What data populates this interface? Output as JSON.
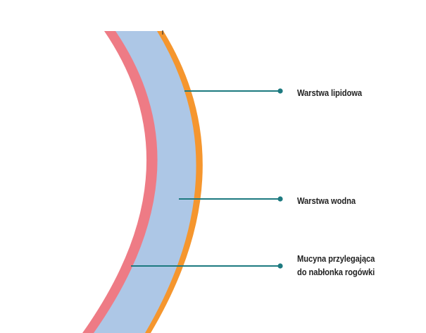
{
  "colors": {
    "lipid_layer": "#f5962e",
    "aqueous_layer": "#adc7e6",
    "mucin_layer": "#ee7b85",
    "leader_line": "#1d7a80"
  },
  "labels": {
    "lipid": "Warstwa lipidowa",
    "aqueous": "Warstwa wodna",
    "mucin_line1": "Mucyna przylegająca",
    "mucin_line2": "do nabłonka rogówki"
  }
}
